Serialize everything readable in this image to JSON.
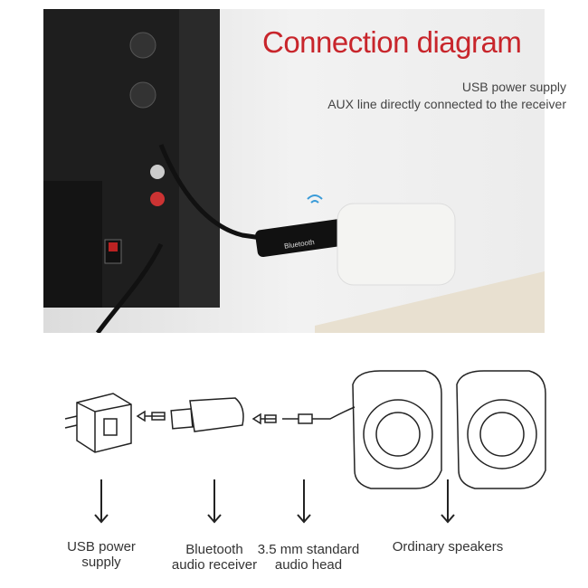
{
  "photo": {
    "title": "Connection diagram",
    "subtitle_line1": "USB power supply",
    "subtitle_line2": "AUX line directly connected to the receiver",
    "dongle_text": "Bluetooth"
  },
  "diagram": {
    "labels": [
      {
        "line1": "USB power",
        "line2": "supply"
      },
      {
        "line1": "Bluetooth",
        "line2": "audio receiver"
      },
      {
        "line1": "3.5 mm standard",
        "line2": "audio head"
      },
      {
        "line1": "Ordinary speakers",
        "line2": ""
      }
    ]
  }
}
